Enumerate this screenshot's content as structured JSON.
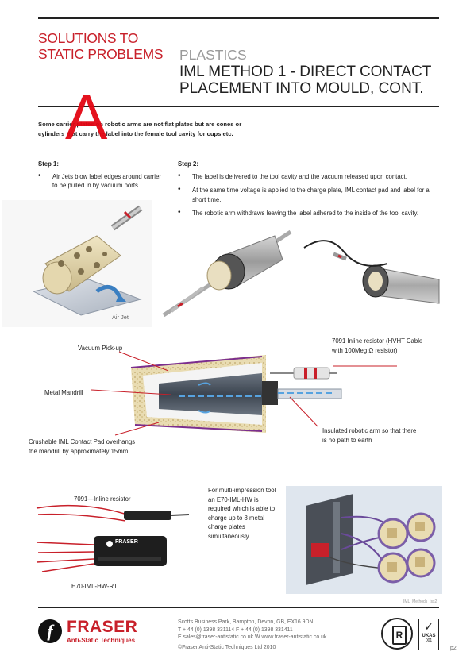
{
  "header": {
    "solutions_line1": "SOLUTIONS TO",
    "solutions_line2": "STATIC PROBLEMS",
    "category": "PLASTICS",
    "title_line1": "IML METHOD 1 - DIRECT CONTACT",
    "title_line2": "PLACEMENT INTO MOULD, CONT."
  },
  "annotation_letter": "A",
  "intro": {
    "line1": "Some carrier plates on robotic arms are not flat plates but are cones or",
    "line2": "cylinders that carry the label into the female tool cavity for cups etc."
  },
  "step1": {
    "heading": "Step 1:",
    "bullets": [
      "Air Jets blow label edges around carrier to be pulled in by vacuum ports."
    ]
  },
  "step2": {
    "heading": "Step 2:",
    "bullets": [
      "The label is delivered to the tool cavity and the vacuum released upon contact.",
      "At the same time voltage is applied to the charge plate, IML contact pad and label for a short time.",
      "The robotic arm withdraws leaving the label adhered to the inside of the tool cavity."
    ]
  },
  "figure_labels": {
    "air_jet": "Air Jet",
    "vacuum_pickup": "Vacuum Pick-up",
    "metal_mandrill": "Metal Mandrill",
    "contact_pad_line1": "Crushable IML Contact Pad overhangs",
    "contact_pad_line2": "the mandrill  by approximately 15mm",
    "resistor_line1": "7091 Inline resistor (HVHT Cable",
    "resistor_line2": "with 100Meg Ω resistor)",
    "insulated_line1": "Insulated robotic arm so that there",
    "insulated_line2": "is no path to earth",
    "inline_resistor_label": "7091—Inline resistor",
    "unit_label": "E70-IML-HW-RT",
    "unit_brand": "FRASER",
    "multi_text": "For multi-impression tool an E70-IML-HW is required which is able to charge up to 8 metal charge plates simultaneously"
  },
  "footer": {
    "logo_word": "FRASER",
    "logo_sub": "Anti-Static Techniques",
    "address": "Scotts Business Park, Bampton, Devon, GB, EX16 9DN",
    "phone": "T + 44 (0) 1398 331114 F + 44 (0) 1398 331411",
    "email": "E sales@fraser-antistatic.co.uk W www.fraser-antistatic.co.uk",
    "copyright": "©Fraser Anti-Static Techniques Ltd 2010",
    "doc_ref": "IML_Methods_Iss2",
    "page": "p2",
    "ukas_text": "UKAS",
    "ukas_num": "001"
  },
  "colors": {
    "brand_red": "#c8202a",
    "rule": "#222222"
  }
}
